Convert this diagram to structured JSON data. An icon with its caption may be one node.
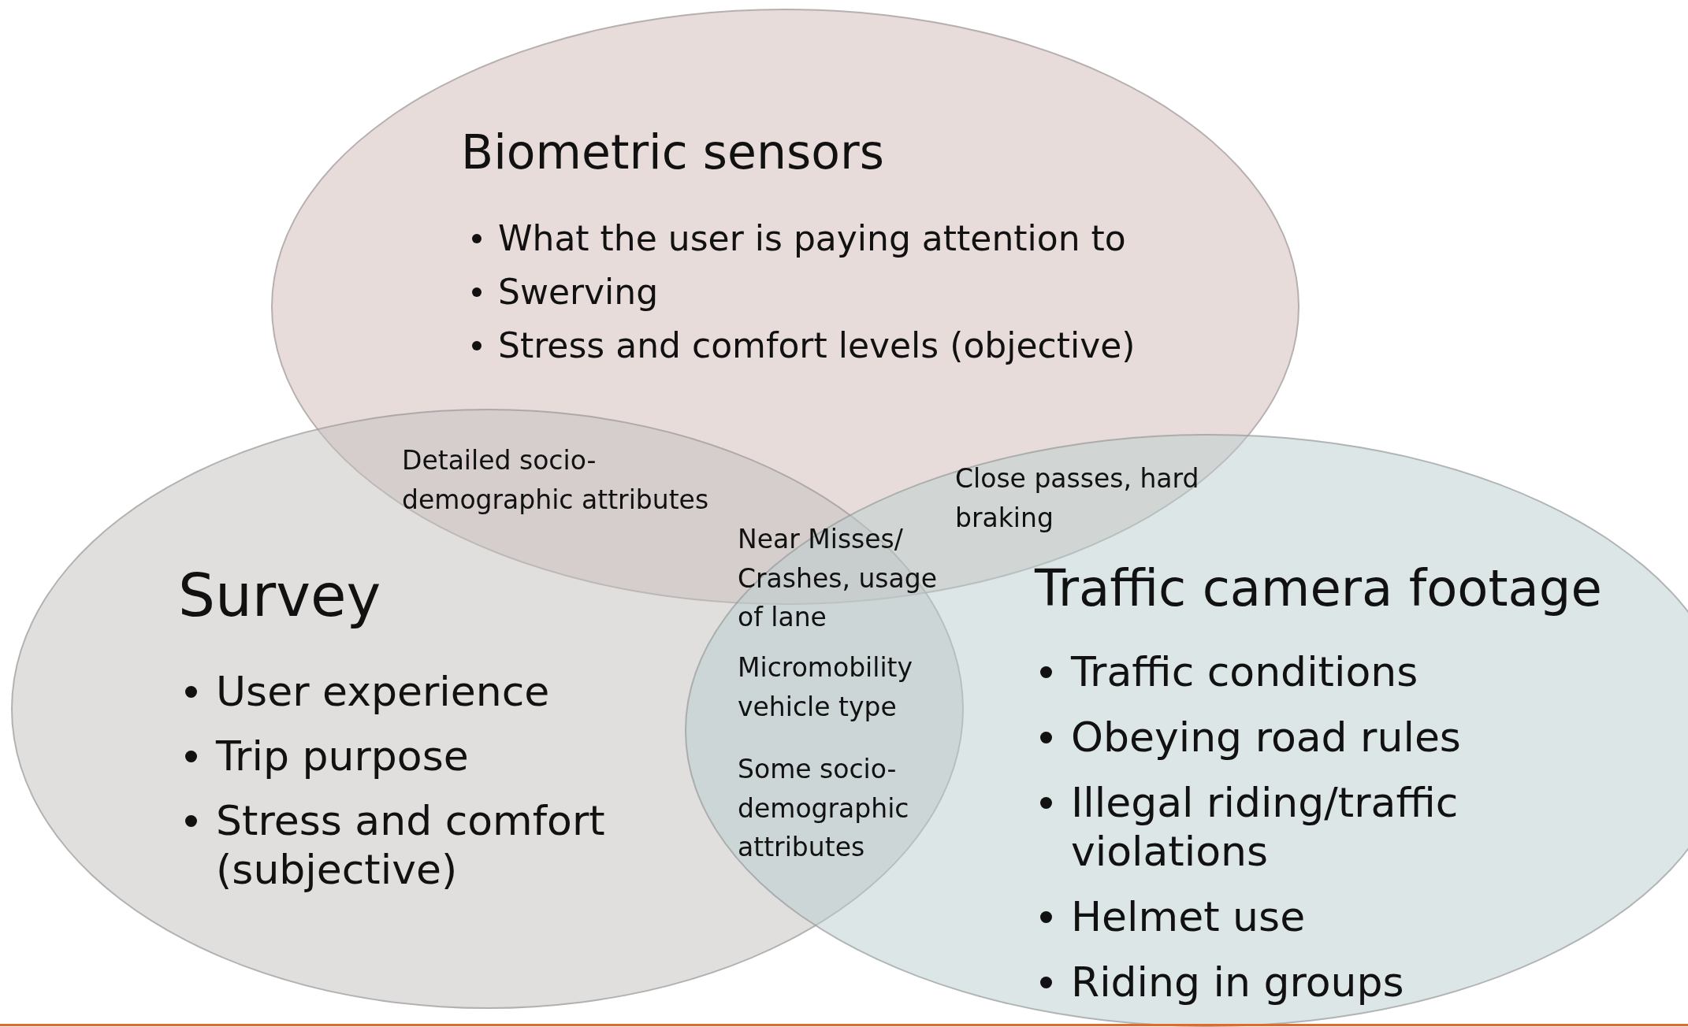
{
  "diagram": {
    "nodes": [
      {
        "text": [
          "Biometric sensors",
          "What the user is paying attention to",
          "Swerving",
          "Stress and comfort levels (objective)"
        ]
      },
      {
        "text": [
          "Survey",
          "User experience",
          "Trip purpose",
          "Stress and comfort (subjective)"
        ]
      },
      {
        "text": [
          "Traffic camera footage",
          "Traffic conditions",
          "Obeying road rules",
          "Illegal riding/traffic violations",
          "Helmet use",
          "Riding in groups"
        ]
      }
    ],
    "labels": [
      "Detailed socio-demographic attributes",
      "Close passes, hard braking",
      "Near Misses/ Crashes, usage of lane",
      "Micromobility vehicle type",
      "Some socio-demographic attributes"
    ]
  }
}
